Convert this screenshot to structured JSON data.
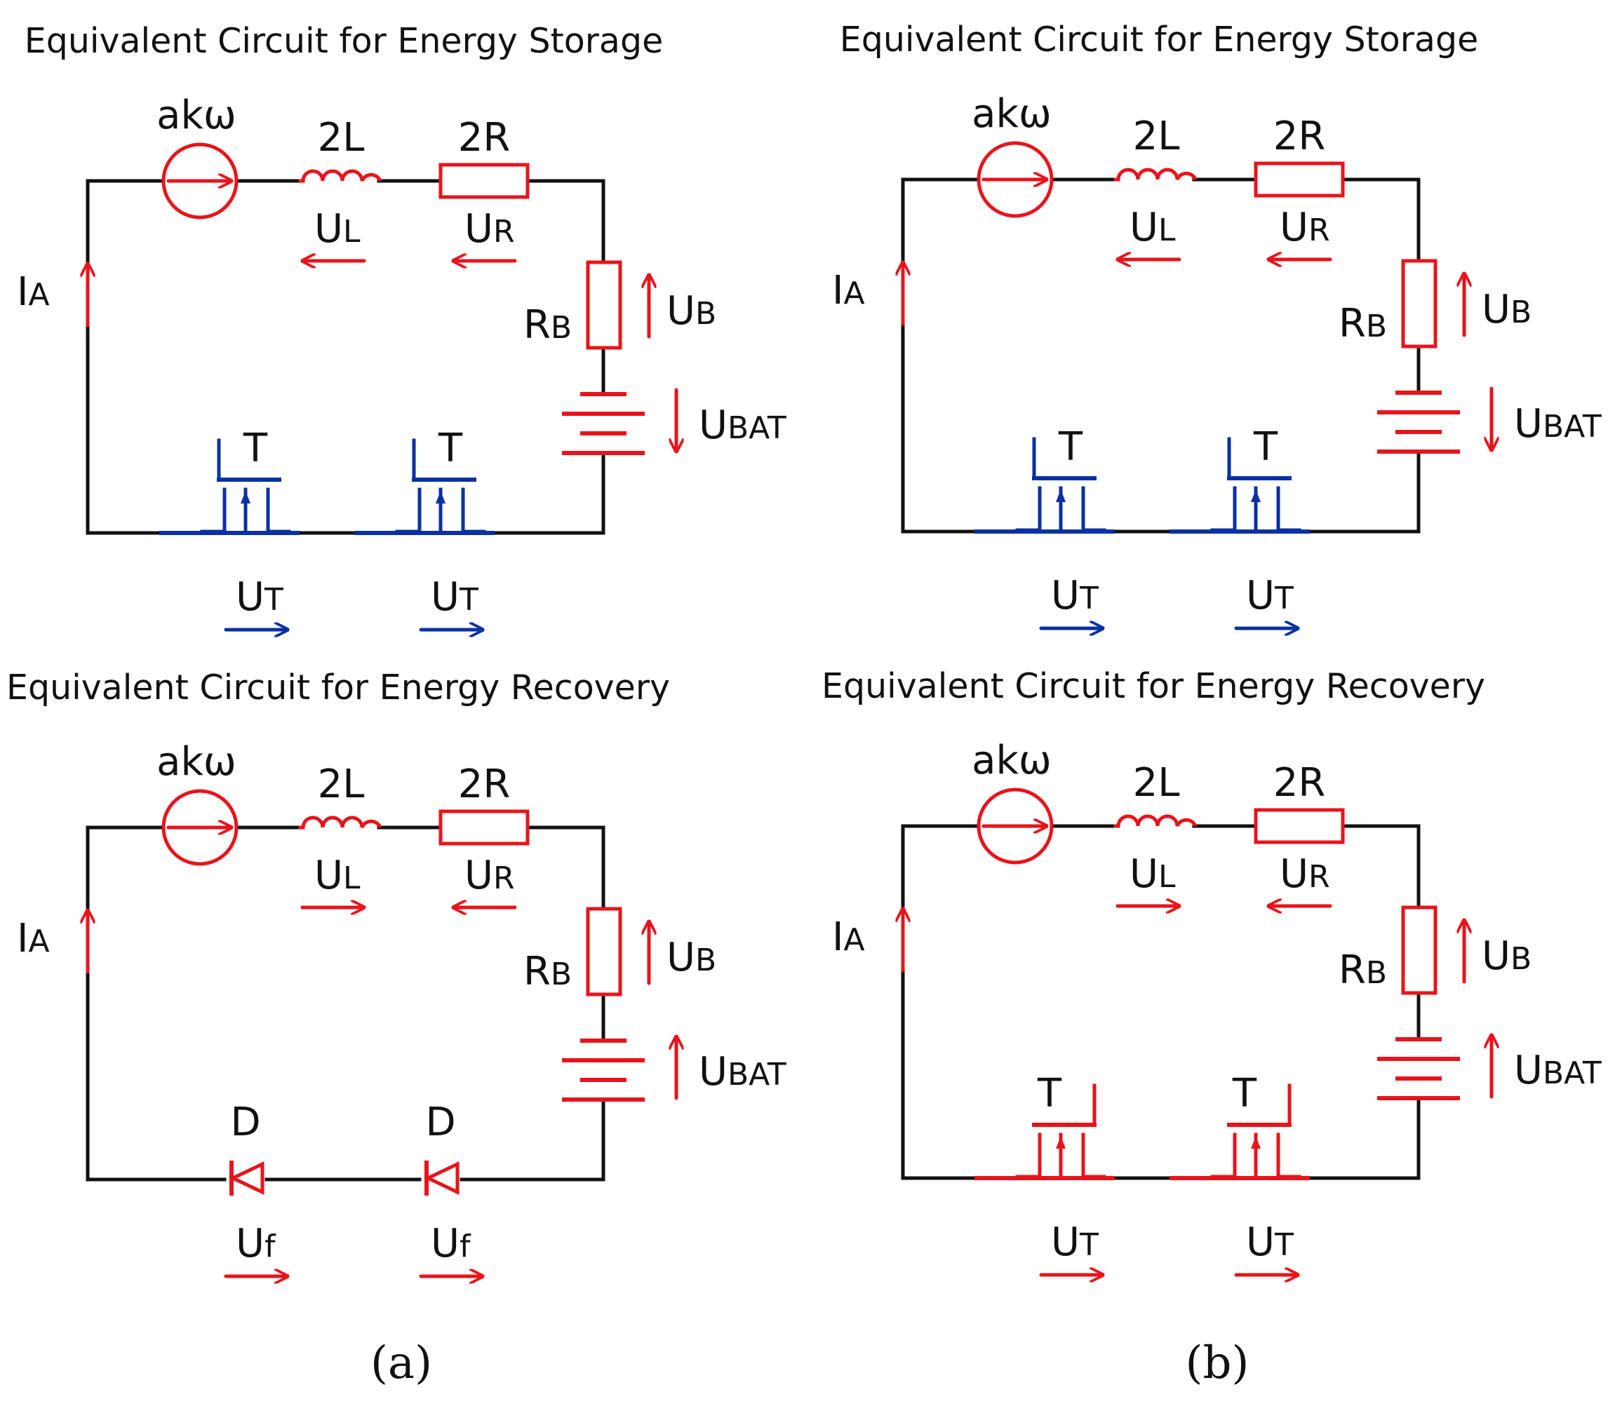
{
  "colors": {
    "wire": "#111111",
    "component": "#e8141c",
    "transistor_on": "#0a31a3"
  },
  "captions": [
    "(a)",
    "(b)"
  ],
  "panels": [
    {
      "title": "Equivalent Circuit for Energy Storage",
      "source": "akω",
      "inductor": "2L",
      "resistor": "2R",
      "rb": "RB",
      "il": "IA",
      "ul": "UL",
      "ur": "UR",
      "ub": "UB",
      "ubat": "UBAT",
      "switch_label": "T",
      "switch_drop": "UT",
      "switch_kind": "transistor",
      "switch_color": "transistor_on",
      "ul_dir": "left",
      "ur_dir": "left",
      "ubat_dir": "down"
    },
    {
      "title": "Equivalent Circuit for Energy Storage",
      "source": "akω",
      "inductor": "2L",
      "resistor": "2R",
      "rb": "RB",
      "il": "IA",
      "ul": "UL",
      "ur": "UR",
      "ub": "UB",
      "ubat": "UBAT",
      "switch_label": "T",
      "switch_drop": "UT",
      "switch_kind": "transistor",
      "switch_color": "transistor_on",
      "ul_dir": "left",
      "ur_dir": "left",
      "ubat_dir": "down"
    },
    {
      "title": "Equivalent Circuit for Energy Recovery",
      "source": "akω",
      "inductor": "2L",
      "resistor": "2R",
      "rb": "RB",
      "il": "IA",
      "ul": "UL",
      "ur": "UR",
      "ub": "UB",
      "ubat": "UBAT",
      "switch_label": "D",
      "switch_drop": "Uf",
      "switch_kind": "diode",
      "switch_color": "component",
      "ul_dir": "right",
      "ur_dir": "left",
      "ubat_dir": "up"
    },
    {
      "title": "Equivalent Circuit for Energy Recovery",
      "source": "akω",
      "inductor": "2L",
      "resistor": "2R",
      "rb": "RB",
      "il": "IA",
      "ul": "UL",
      "ur": "UR",
      "ub": "UB",
      "ubat": "UBAT",
      "switch_label": "T",
      "switch_drop": "UT",
      "switch_kind": "transistor_flipped",
      "switch_color": "component",
      "ul_dir": "right",
      "ur_dir": "left",
      "ubat_dir": "up"
    }
  ]
}
